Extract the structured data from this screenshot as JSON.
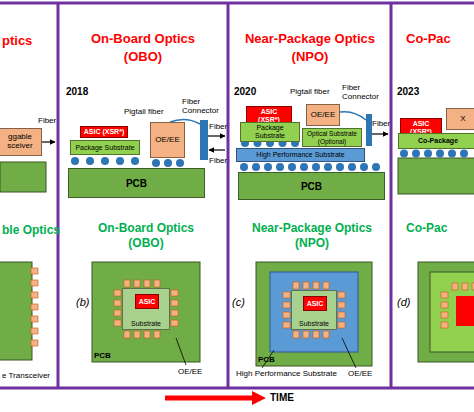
{
  "diagram": {
    "nodes": [
      {
        "text": [
          "ggable sceiver"
        ]
      },
      {
        "text": [
          "ASIC (XSR*)"
        ]
      },
      {
        "text": [
          "Package Substrate"
        ]
      },
      {
        "text": [
          "OE/EE"
        ]
      },
      {
        "text": [
          "PCB"
        ]
      },
      {
        "text": [
          "ASIC (XSR*)"
        ]
      },
      {
        "text": [
          "Package Substrate"
        ]
      },
      {
        "text": [
          "OE/EE"
        ]
      },
      {
        "text": [
          "Optical Substrate (Optional)"
        ]
      },
      {
        "text": [
          "High Performance Substrate"
        ]
      },
      {
        "text": [
          "PCB"
        ]
      },
      {
        "text": [
          "ASIC (XSR*)"
        ]
      },
      {
        "text": [
          "X"
        ]
      },
      {
        "text": [
          "Co-Package"
        ]
      },
      {
        "text": [
          "PCB"
        ]
      },
      {
        "text": [
          "Substrate"
        ],
        "in": 14
      },
      {
        "text": [
          "ASIC"
        ],
        "in": 15
      },
      {
        "text": [
          "PCB"
        ]
      },
      {
        "text": [
          "Substrate"
        ],
        "in": 17
      },
      {
        "text": [
          "ASIC"
        ],
        "in": 18
      }
    ],
    "labels": [
      "ptics",
      "On-Board Optics",
      "(OBO)",
      "Near-Package Optics",
      "(NPO)",
      "Co-Pac",
      "2018",
      "2020",
      "2023",
      "Fiber",
      "Pigtail fiber",
      "Fiber Connector",
      "Fiber",
      "Fiber",
      "Pigtail fiber",
      "Fiber Connector",
      "Fiber",
      "ble Optics",
      "On-Board Optics",
      "(OBO)",
      "Near-Package Optics",
      "(NPO)",
      "Co-Pac",
      "(b)",
      "OE/EE",
      "(c)",
      "High Performance Substrate",
      "OE/EE",
      "(d)",
      "e Transceiver",
      "TIME"
    ]
  }
}
